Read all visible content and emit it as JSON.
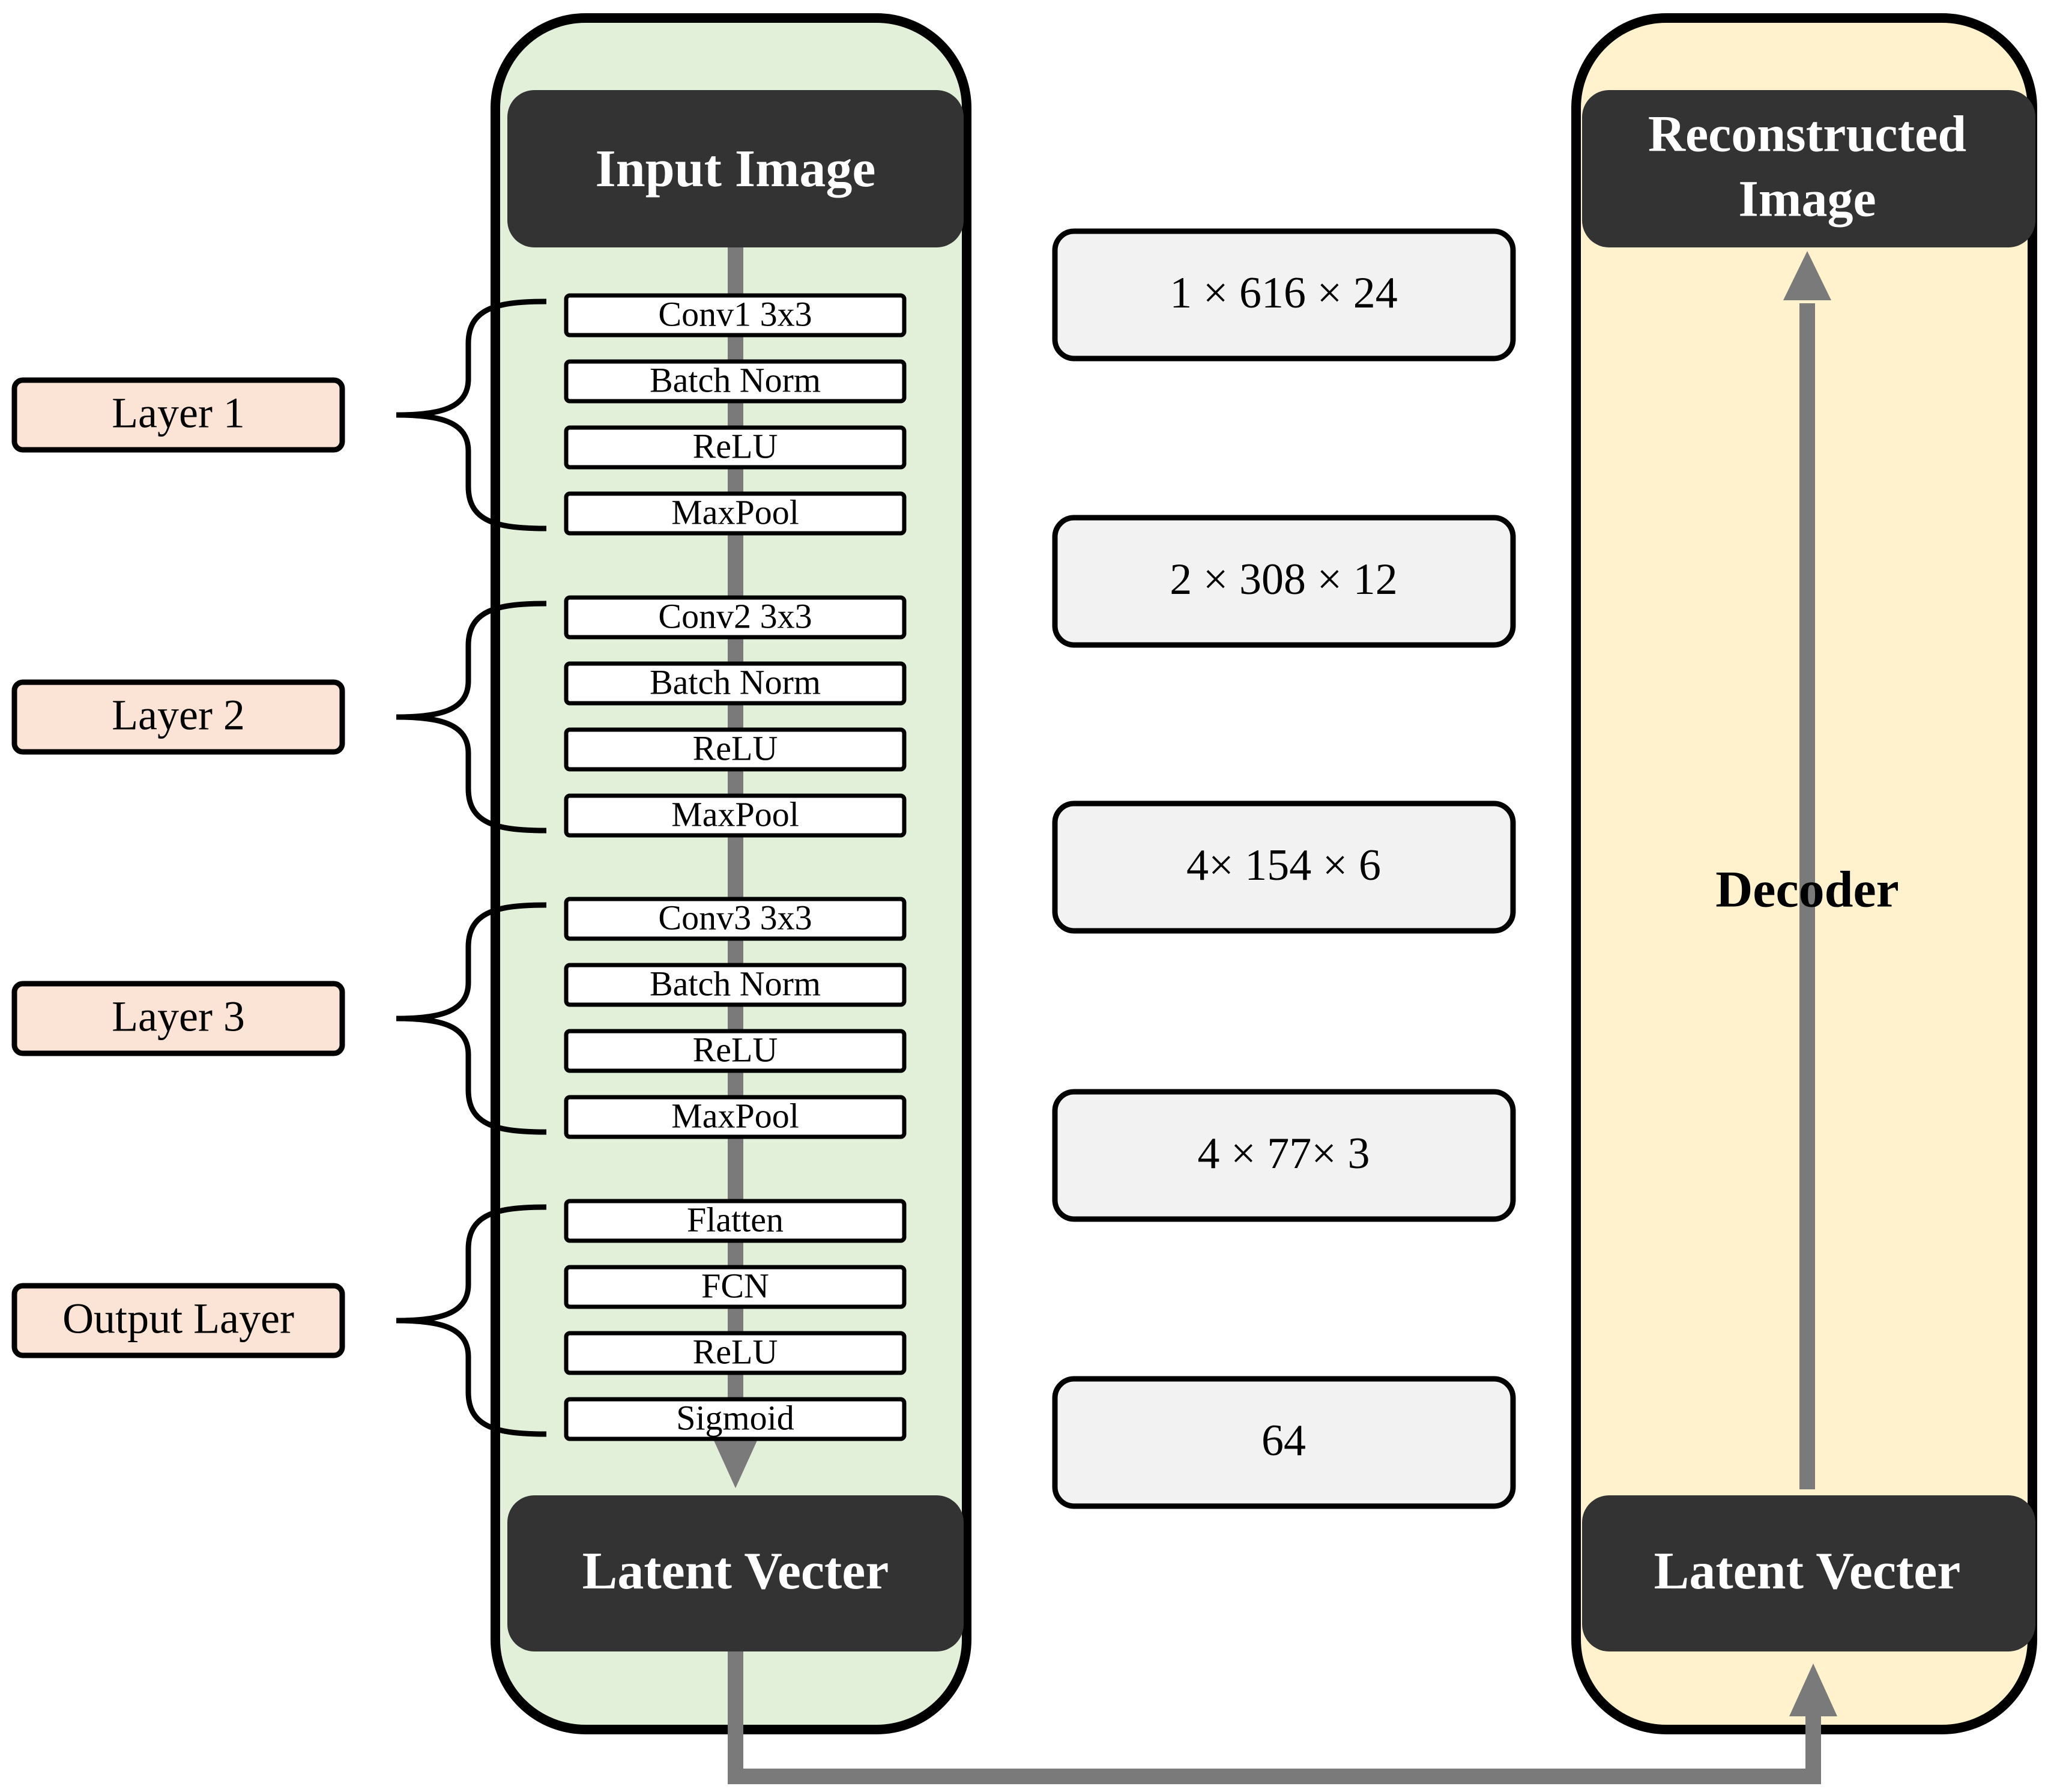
{
  "encoder": {
    "input_label": "Input Image",
    "latent_label": "Latent Vecter",
    "layers": [
      {
        "label": "Layer 1",
        "ops": [
          "Conv1 3x3",
          "Batch Norm",
          "ReLU",
          "MaxPool"
        ]
      },
      {
        "label": "Layer 2",
        "ops": [
          "Conv2 3x3",
          "Batch Norm",
          "ReLU",
          "MaxPool"
        ]
      },
      {
        "label": "Layer 3",
        "ops": [
          "Conv3 3x3",
          "Batch Norm",
          "ReLU",
          "MaxPool"
        ]
      },
      {
        "label": "Output Layer",
        "ops": [
          "Flatten",
          "FCN",
          "ReLU",
          "Sigmoid"
        ]
      }
    ]
  },
  "shapes": [
    "1 × 616 × 24",
    "2 × 308 × 12",
    "4× 154 × 6",
    "4 × 77× 3",
    "64"
  ],
  "decoder": {
    "output_label_line1": "Reconstructed",
    "output_label_line2": "Image",
    "center_label": "Decoder",
    "latent_label": "Latent Vecter"
  },
  "colors": {
    "encoder_fill": "#e2efd9",
    "decoder_fill": "#fff2cc",
    "layer_label_fill": "#fbe4d5",
    "shape_box_fill": "#f2f2f2",
    "dark_block": "#333333",
    "arrow": "#7a7a7a"
  }
}
